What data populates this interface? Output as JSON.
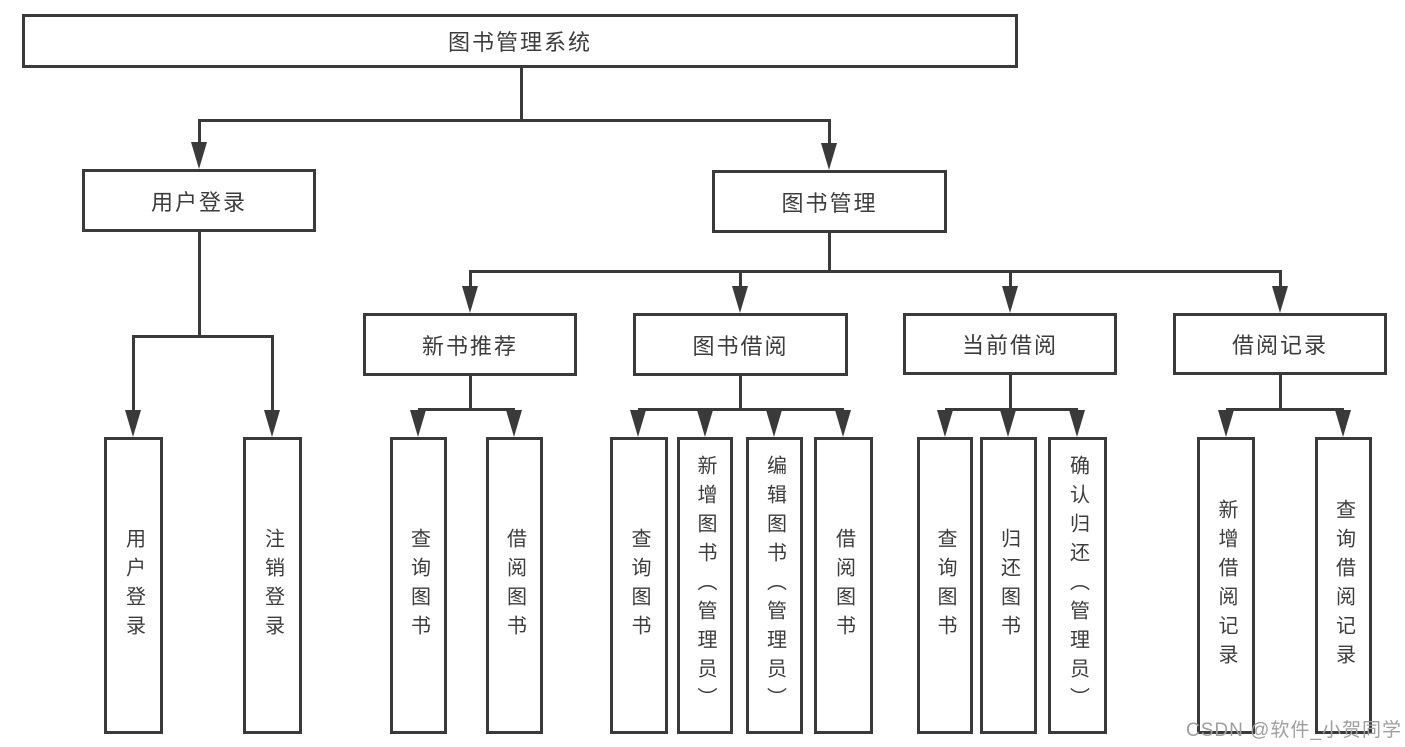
{
  "tree": {
    "label": "图书管理系统",
    "children": [
      {
        "label": "用户登录",
        "children": [
          {
            "label": "用户登录"
          },
          {
            "label": "注销登录"
          }
        ]
      },
      {
        "label": "图书管理",
        "children": [
          {
            "label": "新书推荐",
            "children": [
              {
                "label": "查询图书"
              },
              {
                "label": "借阅图书"
              }
            ]
          },
          {
            "label": "图书借阅",
            "children": [
              {
                "label": "查询图书"
              },
              {
                "label": "新增图书（管理员）"
              },
              {
                "label": "编辑图书（管理员）"
              },
              {
                "label": "借阅图书"
              }
            ]
          },
          {
            "label": "当前借阅",
            "children": [
              {
                "label": "查询图书"
              },
              {
                "label": "归还图书"
              },
              {
                "label": "确认归还（管理员）"
              }
            ]
          },
          {
            "label": "借阅记录",
            "children": [
              {
                "label": "新增借阅记录"
              },
              {
                "label": "查询借阅记录"
              }
            ]
          }
        ]
      }
    ]
  },
  "watermark": "CSDN @软件_小贺同学",
  "colors": {
    "line": "#3a3a3a",
    "text": "#3c3c3c",
    "background": "#ffffff",
    "watermark": "#9e9e9e"
  }
}
